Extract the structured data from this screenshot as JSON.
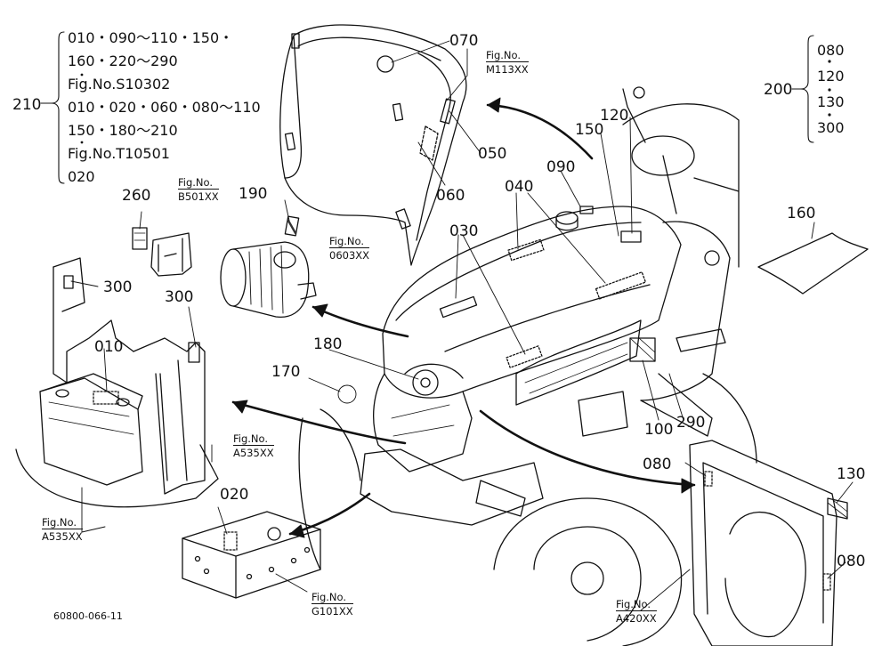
{
  "drawing_number": "60800-066-11",
  "group_210": {
    "label": "210",
    "lines": [
      "010・090～110・150・",
      "160・220～290",
      "Fig.No.S10302",
      "010・020・060・080～110",
      "150・180～210",
      "Fig.No.T10501",
      "020"
    ]
  },
  "group_200": {
    "label": "200",
    "lines": [
      "080",
      "120",
      "130",
      "300"
    ]
  },
  "parts": {
    "p010": "010",
    "p020": "020",
    "p030": "030",
    "p040": "040",
    "p050": "050",
    "p060": "060",
    "p070": "070",
    "p080a": "080",
    "p080b": "080",
    "p090": "090",
    "p100": "100",
    "p120": "120",
    "p130": "130",
    "p150": "150",
    "p160": "160",
    "p170": "170",
    "p180": "180",
    "p190": "190",
    "p260": "260",
    "p290": "290",
    "p300a": "300",
    "p300b": "300"
  },
  "figrefs": {
    "m113": {
      "top": "Fig.No.",
      "bot": "M113XX"
    },
    "b501": {
      "top": "Fig.No.",
      "bot": "B501XX"
    },
    "o603": {
      "top": "Fig.No.",
      "bot": "0603XX"
    },
    "a535a": {
      "top": "Fig.No.",
      "bot": "A535XX"
    },
    "a535b": {
      "top": "Fig.No.",
      "bot": "A535XX"
    },
    "g101": {
      "top": "Fig.No.",
      "bot": "G101XX"
    },
    "a420": {
      "top": "Fig.No.",
      "bot": "A420XX"
    }
  }
}
